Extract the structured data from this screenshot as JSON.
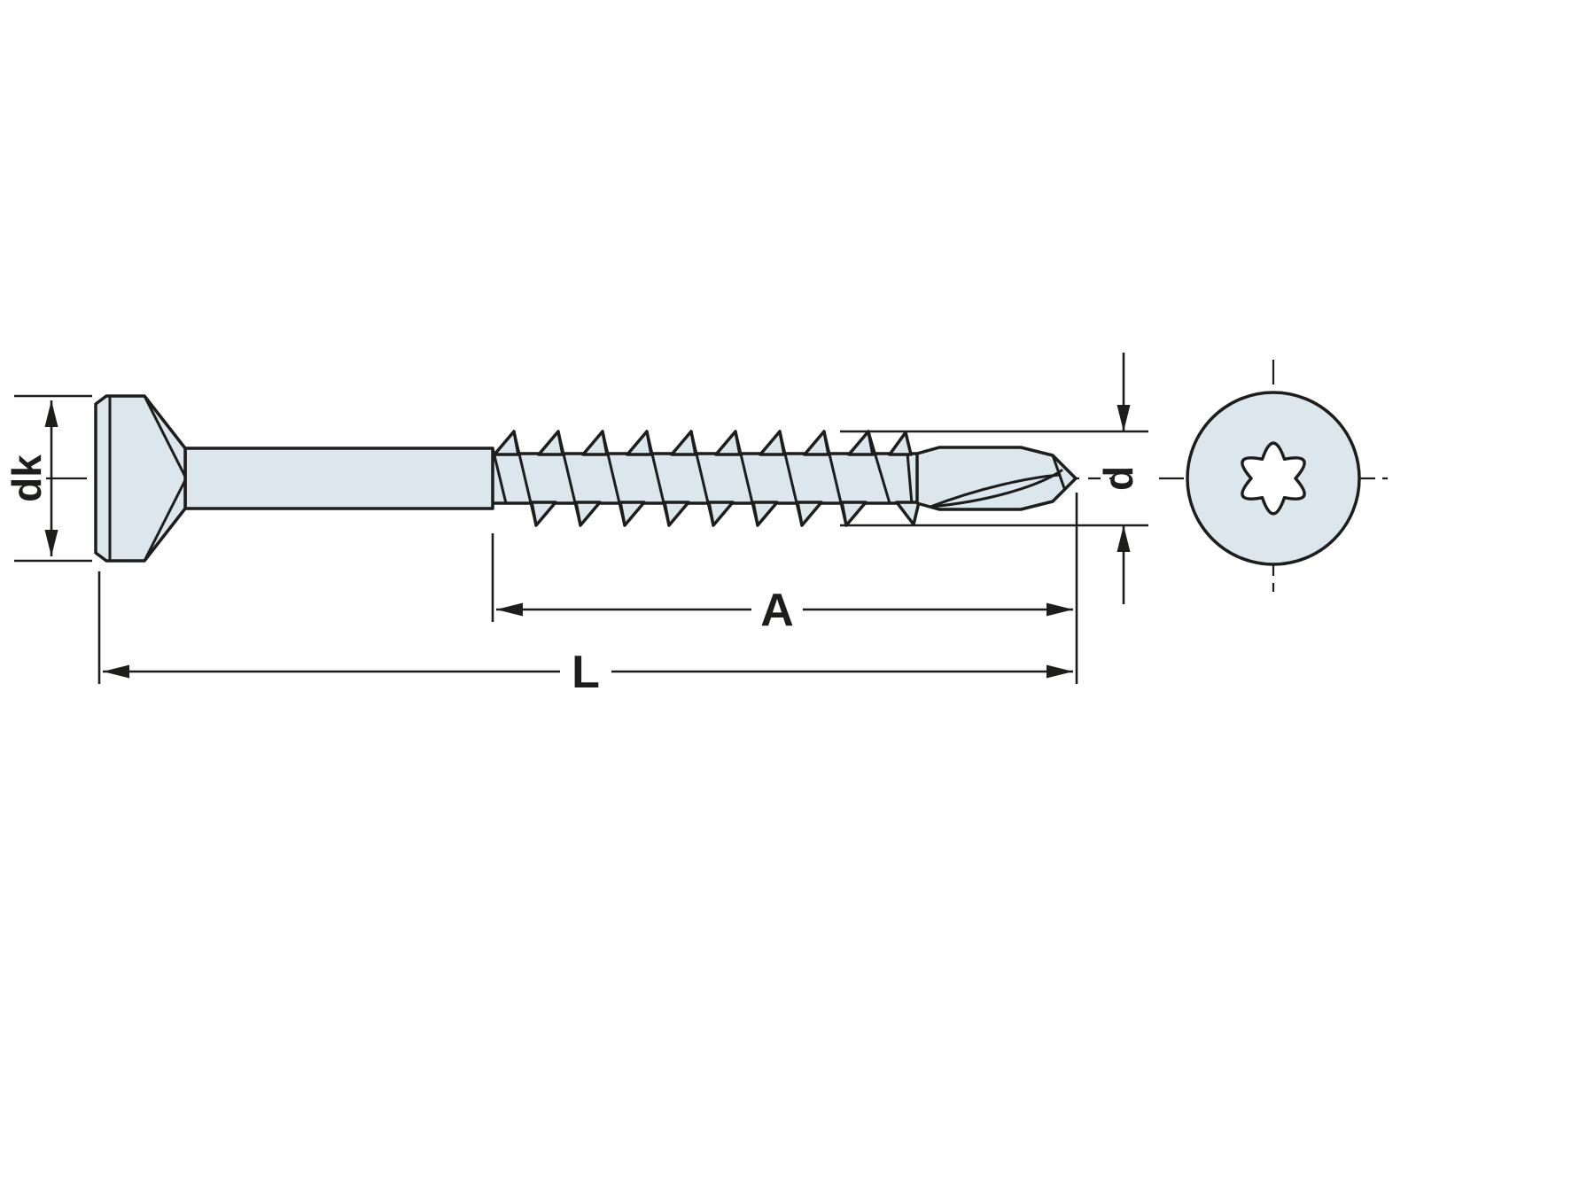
{
  "diagram": {
    "labels": {
      "head_diameter": "dk",
      "thread_diameter": "d",
      "partial_length": "A",
      "total_length": "L"
    },
    "colors": {
      "background": "#ffffff",
      "part_fill": "#dce6ed",
      "line": "#1d1d1b"
    }
  }
}
